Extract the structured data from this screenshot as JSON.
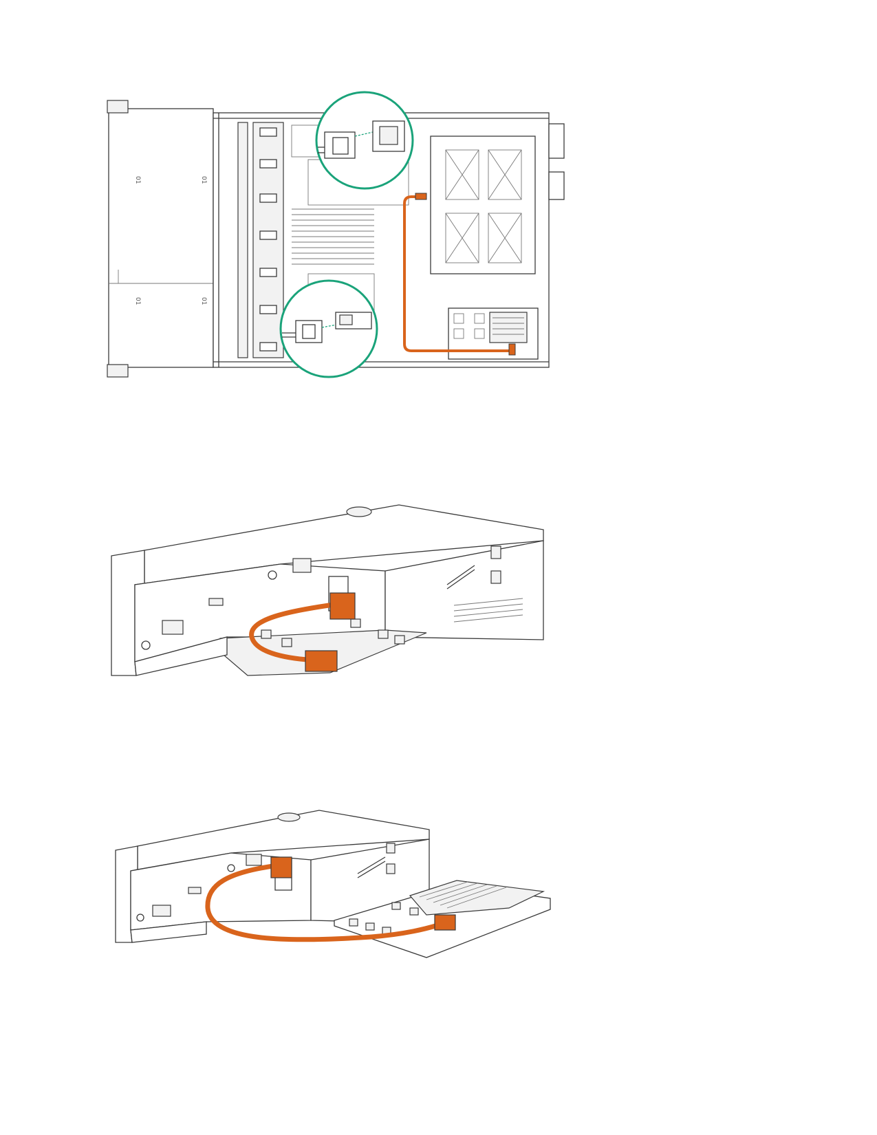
{
  "colors": {
    "cable": "#d9641c",
    "callout_ring": "#1aa37a",
    "outline": "#3a3a3a",
    "paper": "#ffffff"
  },
  "figures": {
    "top": {
      "bay_labels": [
        "01",
        "01",
        "01",
        "01"
      ]
    }
  }
}
